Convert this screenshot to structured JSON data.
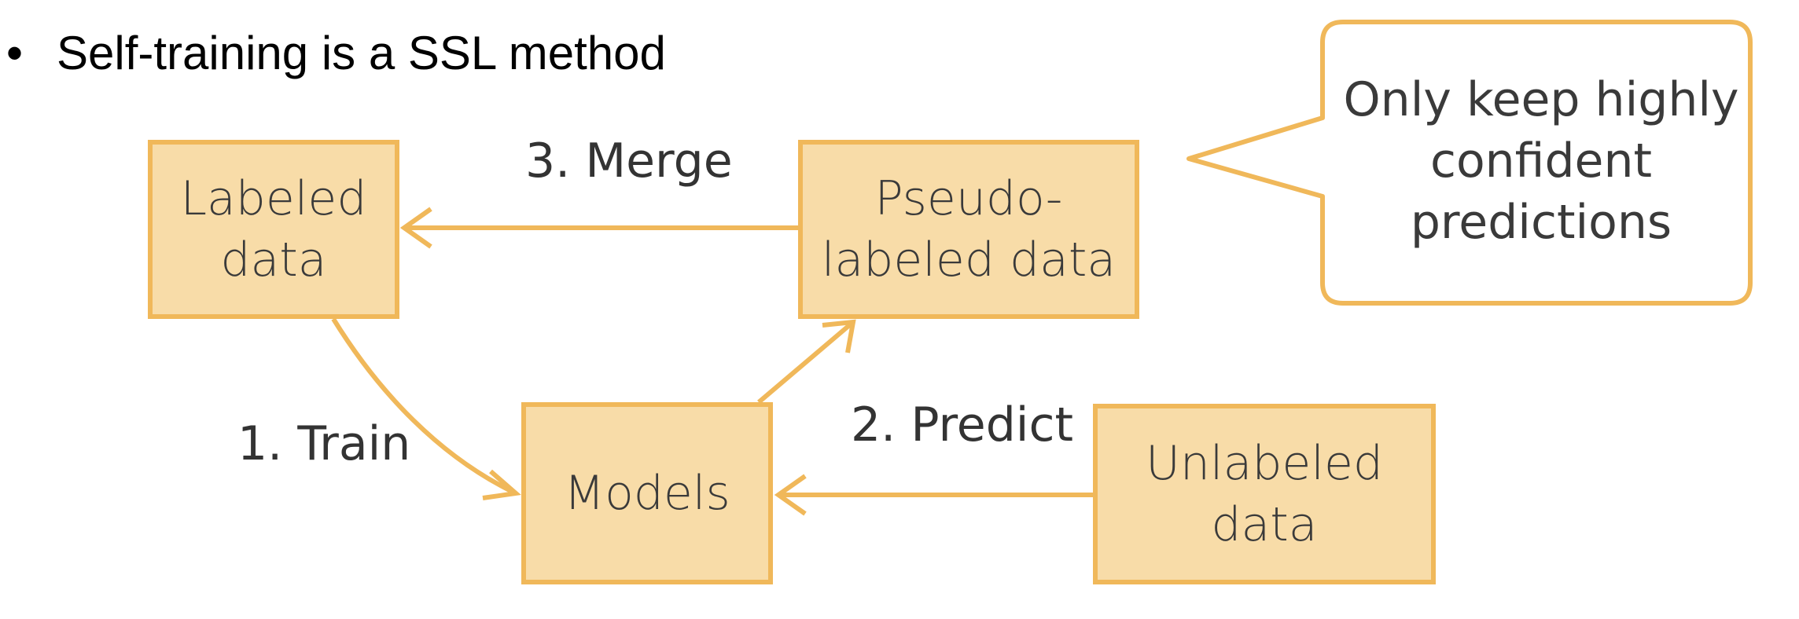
{
  "bullet": {
    "symbol": "•",
    "text": "Self-training is a SSL method"
  },
  "nodes": {
    "labeled": "Labeled\ndata",
    "pseudo": "Pseudo-\nlabeled data",
    "models": "Models",
    "unlabeled": "Unlabeled\ndata"
  },
  "edges": {
    "train": "1. Train",
    "predict": "2. Predict",
    "merge": "3. Merge"
  },
  "callout": {
    "text": "Only keep highly\nconfident\npredictions"
  },
  "colors": {
    "box_fill": "#f8dca8",
    "accent": "#f0b85a",
    "text": "#3a3a3a"
  }
}
